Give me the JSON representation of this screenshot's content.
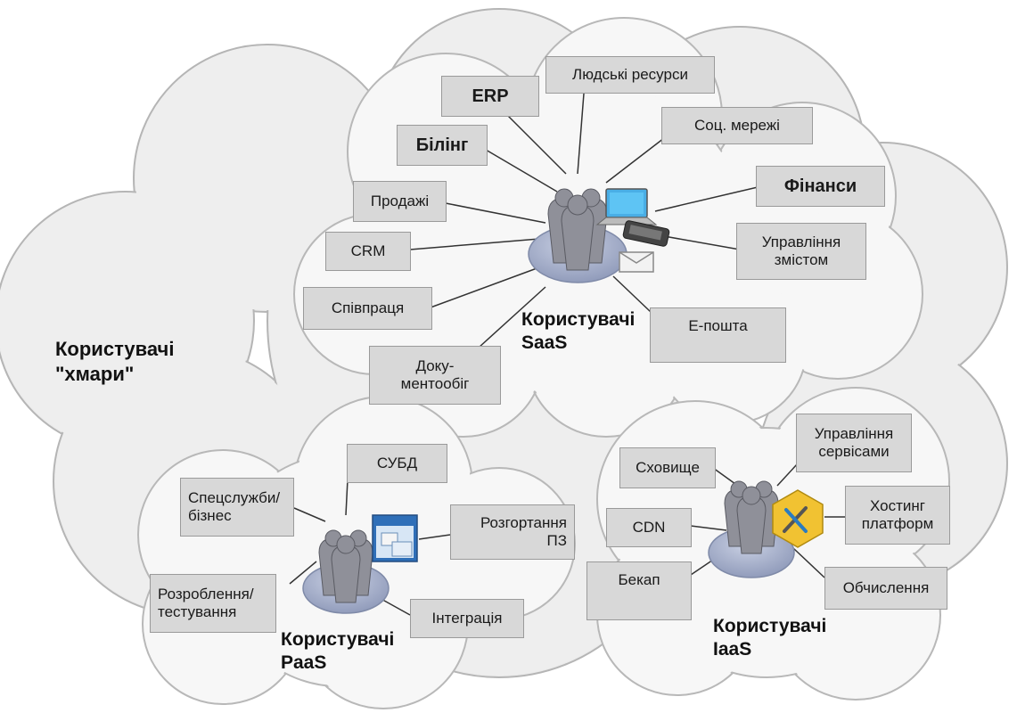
{
  "diagram": {
    "cloud_users_label": "Користувачі\n\"хмари\"",
    "saas": {
      "title": "Користувачі\nSaaS",
      "items": {
        "erp": "ERP",
        "hr": "Людські ресурси",
        "social": "Соц. мережі",
        "billing": "Білінг",
        "finance": "Фінанси",
        "sales": "Продажі",
        "crm": "CRM",
        "content": "Управління\nзмістом",
        "collab": "Співпраця",
        "email": "E-пошта",
        "docflow": "Доку-\nментообіг"
      }
    },
    "paas": {
      "title": "Користувачі\nPaaS",
      "items": {
        "dbms": "СУБД",
        "special": "Спецслужби/\nбізнес",
        "deploy": "Розгортання\nПЗ",
        "dev": "Розроблення/\nтестування",
        "integration": "Інтеграція"
      }
    },
    "iaas": {
      "title": "Користувачі\nIaaS",
      "items": {
        "services": "Управління\nсервісами",
        "storage": "Сховище",
        "hosting": "Хостинг\nплатформ",
        "cdn": "CDN",
        "backup": "Бекап",
        "compute": "Обчислення"
      }
    },
    "icons": [
      "users-group-icon",
      "monitor-icon",
      "phone-icon",
      "envelope-icon",
      "window-icon",
      "tools-icon"
    ],
    "colors": {
      "cloud_fill": "#f2f2f2",
      "cloud_stroke": "#b5b5b5",
      "box_fill": "#d8d8d8",
      "users_fill": "#9aa6c4"
    }
  }
}
